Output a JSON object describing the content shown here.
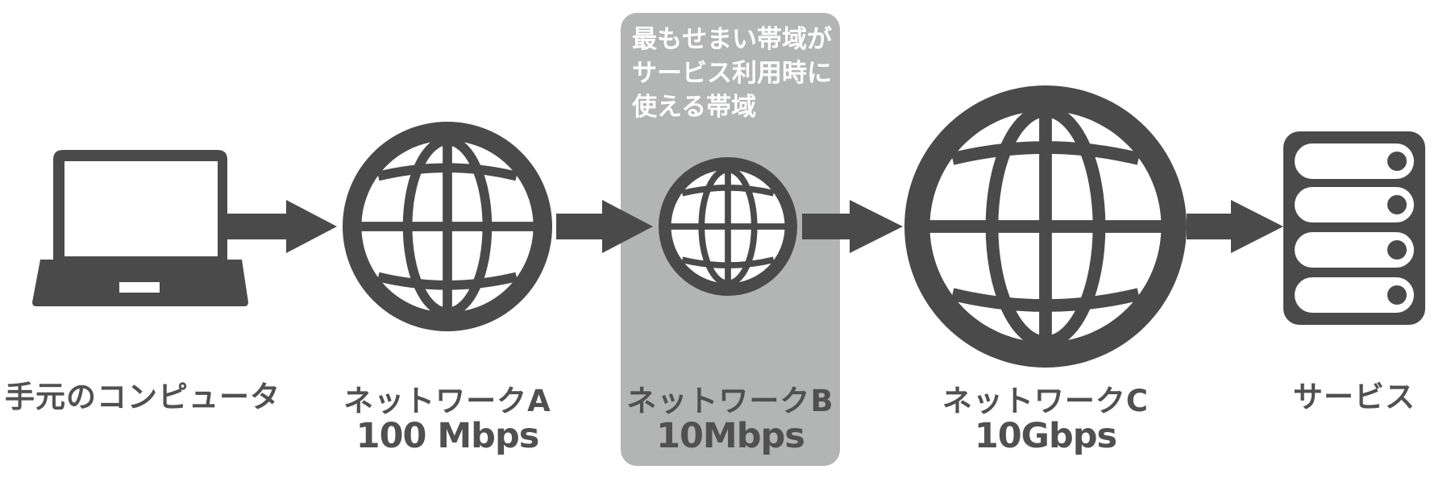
{
  "callout": {
    "lines": [
      "最もせまい帯域が",
      "サービス利用時に",
      "使える帯域"
    ]
  },
  "nodes": {
    "computer": {
      "label": "手元のコンピュータ",
      "icon": "laptop-icon"
    },
    "network_a": {
      "label": "ネットワークA",
      "bandwidth": "100 Mbps",
      "icon": "globe-icon"
    },
    "network_b": {
      "label": "ネットワークB",
      "bandwidth": "10Mbps",
      "icon": "globe-icon"
    },
    "network_c": {
      "label": "ネットワークC",
      "bandwidth": "10Gbps",
      "icon": "globe-icon"
    },
    "service": {
      "label": "サービス",
      "icon": "server-icon"
    }
  },
  "colors": {
    "icon": "#4a4a4b",
    "highlight_panel": "#b3b4b4",
    "text": "#505050",
    "callout_text": "#ffffff"
  }
}
